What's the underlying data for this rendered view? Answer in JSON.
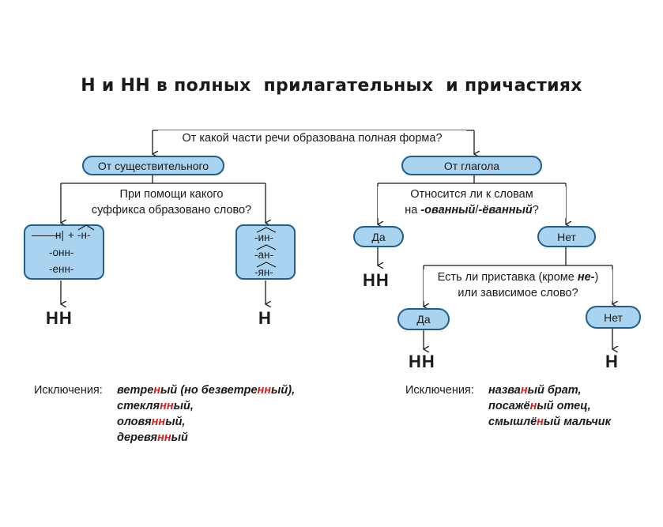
{
  "title": "Н и НН в полных  прилагательных  и причастиях",
  "question_main": "От какой части речи образована полная форма?",
  "left": {
    "pill": "От существительного",
    "question_line1": "При помощи какого",
    "question_line2": "суффикса образовано слово?",
    "box1": {
      "row1_root": "н|",
      "row1_plus": "+",
      "row1_suffix": "-н-",
      "row2": "-онн-",
      "row3": "-енн-"
    },
    "box2": {
      "row1": "-ин-",
      "row2": "-ан-",
      "row3": "-ян-"
    },
    "result1": "НН",
    "result2": "Н",
    "exceptions_label": "Исключения:",
    "exceptions": [
      [
        {
          "t": "ветре"
        },
        {
          "t": "н",
          "red": true
        },
        {
          "t": "ый (но безветре"
        },
        {
          "t": "нн",
          "red": true
        },
        {
          "t": "ый),"
        }
      ],
      [
        {
          "t": "стекля"
        },
        {
          "t": "нн",
          "red": true
        },
        {
          "t": "ый,"
        }
      ],
      [
        {
          "t": "оловя"
        },
        {
          "t": "нн",
          "red": true
        },
        {
          "t": "ый,"
        }
      ],
      [
        {
          "t": "деревя"
        },
        {
          "t": "нн",
          "red": true
        },
        {
          "t": "ый"
        }
      ]
    ]
  },
  "right": {
    "pill": "От глагола",
    "question_line1": "Относится ли к словам",
    "question_line2_prefix": "на ",
    "question_line2_bold": "-ованный",
    "question_line2_slash": "/",
    "question_line2_bold2": "-ёванный",
    "question_line2_suffix": "?",
    "yes1": "Да",
    "no1": "Нет",
    "result_yes1": "НН",
    "question2_line1_prefix": "Есть ли приставка (кроме ",
    "question2_line1_bold": "не-",
    "question2_line1_suffix": ")",
    "question2_line2": "или зависимое слово?",
    "yes2": "Да",
    "no2": "Нет",
    "result_yes2": "НН",
    "result_no2": "Н",
    "exceptions_label": "Исключения:",
    "exceptions": [
      [
        {
          "t": "назва"
        },
        {
          "t": "н",
          "red": true
        },
        {
          "t": "ый брат,"
        }
      ],
      [
        {
          "t": "посажё"
        },
        {
          "t": "н",
          "red": true
        },
        {
          "t": "ый отец,"
        }
      ],
      [
        {
          "t": "смышлё"
        },
        {
          "t": "н",
          "red": true
        },
        {
          "t": "ый мальчик"
        }
      ]
    ]
  }
}
